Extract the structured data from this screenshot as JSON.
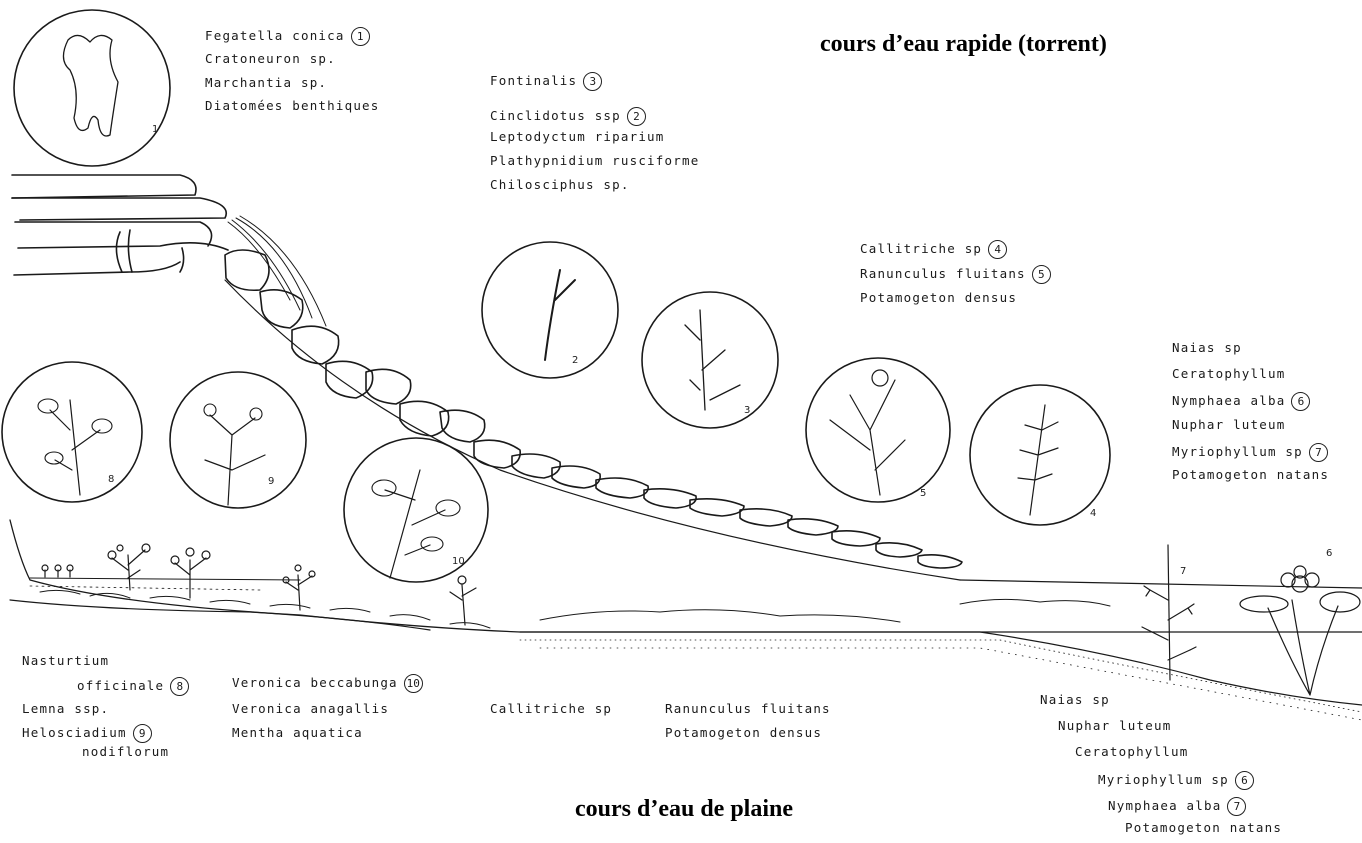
{
  "titles": {
    "torrent": "cours d’eau rapide (torrent)",
    "plaine": "cours d’eau de plaine"
  },
  "top_labels": {
    "g1": [
      {
        "text": "Fegatella conica",
        "num": "1"
      },
      {
        "text": "Cratoneuron sp.",
        "num": ""
      },
      {
        "text": "Marchantia sp.",
        "num": ""
      },
      {
        "text": "Diatomées benthiques",
        "num": ""
      }
    ],
    "g2": [
      {
        "text": "Fontinalis",
        "num": "3"
      },
      {
        "text": "Cinclidotus ssp",
        "num": "2"
      },
      {
        "text": "Leptodyctum riparium",
        "num": ""
      },
      {
        "text": "Plathypnidium rusciforme",
        "num": ""
      },
      {
        "text": "Chilosciphus sp.",
        "num": ""
      }
    ],
    "g3": [
      {
        "text": "Callitriche sp",
        "num": "4"
      },
      {
        "text": "Ranunculus fluitans",
        "num": "5"
      },
      {
        "text": "Potamogeton densus",
        "num": ""
      }
    ],
    "g4": [
      {
        "text": "Naias sp",
        "num": ""
      },
      {
        "text": "Ceratophyllum",
        "num": ""
      },
      {
        "text": "Nymphaea alba",
        "num": "6"
      },
      {
        "text": "Nuphar luteum",
        "num": ""
      },
      {
        "text": "Myriophyllum sp",
        "num": "7"
      },
      {
        "text": "Potamogeton natans",
        "num": ""
      }
    ]
  },
  "bottom_labels": {
    "b1": {
      "l1": "Nasturtium",
      "l2": "officinale",
      "l2_num": "8",
      "l3": "Lemna ssp.",
      "l4": "Helosciadium",
      "l4_num": "9",
      "l5": "nodiflorum"
    },
    "b2": [
      {
        "text": "Veronica beccabunga",
        "num": "10"
      },
      {
        "text": "Veronica anagallis",
        "num": ""
      },
      {
        "text": "Mentha aquatica",
        "num": ""
      }
    ],
    "b3": [
      {
        "text": "Callitriche sp",
        "num": ""
      }
    ],
    "b4": [
      {
        "text": "Ranunculus fluitans",
        "num": ""
      },
      {
        "text": "Potamogeton densus",
        "num": ""
      }
    ],
    "b5": [
      {
        "text": "Naias sp",
        "num": ""
      },
      {
        "text": "Nuphar luteum",
        "num": ""
      },
      {
        "text": "Ceratophyllum",
        "num": ""
      },
      {
        "text": "Myriophyllum sp",
        "num": "6"
      },
      {
        "text": "Nymphaea alba",
        "num": "7"
      },
      {
        "text": "Potamogeton natans",
        "num": ""
      }
    ]
  },
  "circle_numbers": [
    "1",
    "2",
    "3",
    "4",
    "5",
    "6",
    "7",
    "8",
    "9",
    "10"
  ],
  "colors": {
    "ink": "#1a1a1a",
    "paper": "#ffffff"
  }
}
